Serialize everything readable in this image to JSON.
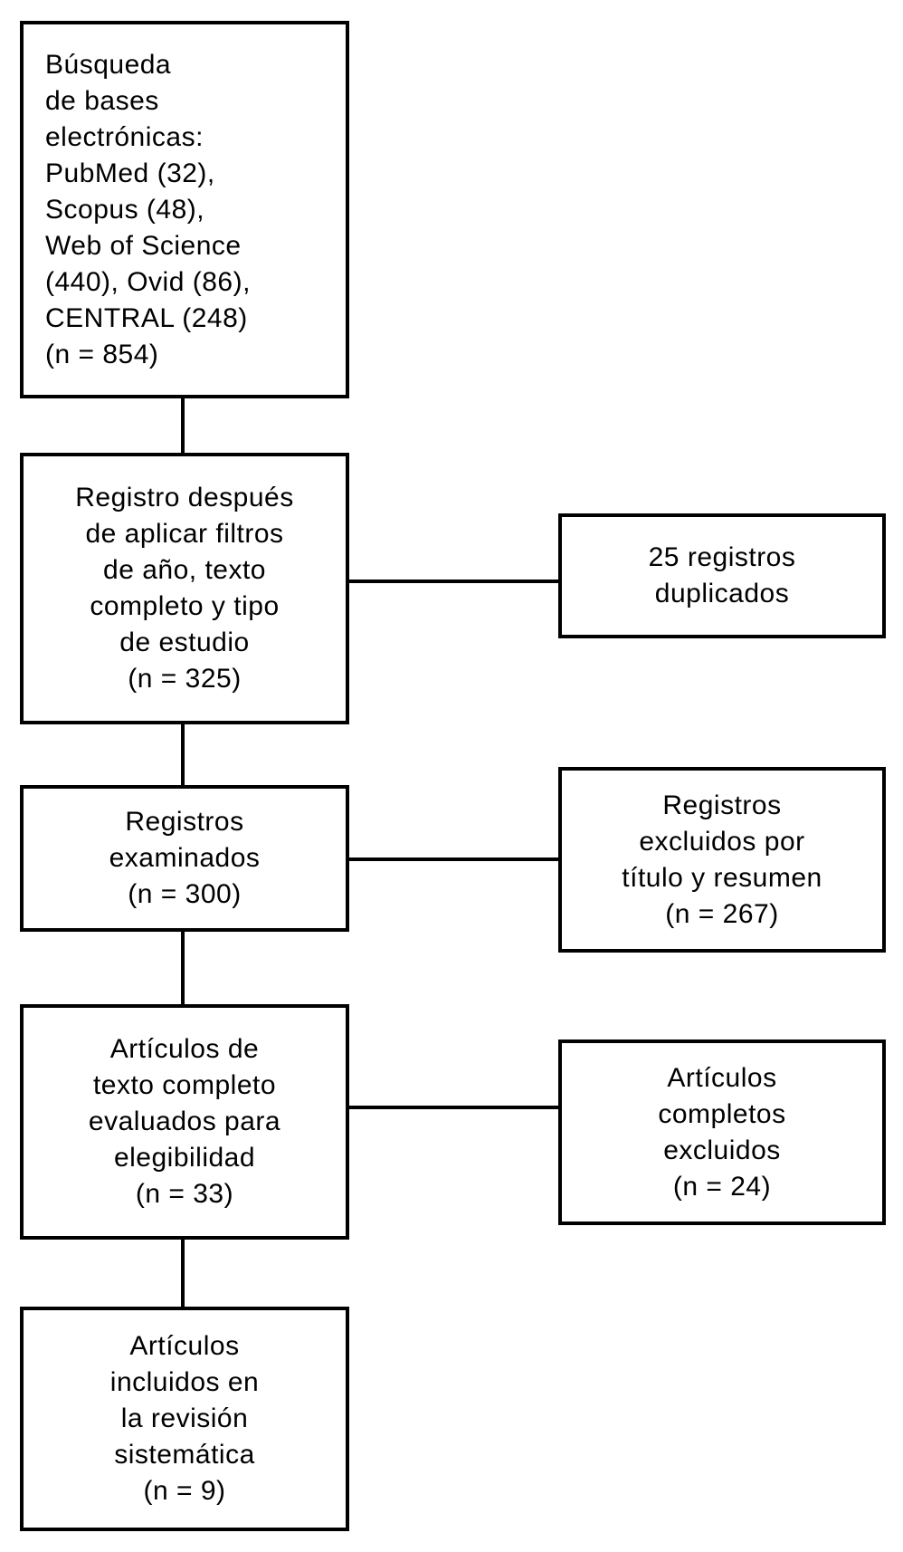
{
  "diagram": {
    "type": "prisma-flowchart",
    "language": "es",
    "background_color": "#ffffff",
    "border_color": "#000000",
    "text_color": "#000000"
  },
  "flow": {
    "main_boxes": [
      {
        "name": "database-search",
        "text": "Búsqueda\nde bases\nelectrónicas:\nPubMed (32),\nScopus (48),\nWeb of Science\n(440), Ovid (86),\nCENTRAL (248)\n(n = 854)",
        "n": 854,
        "sources": [
          {
            "name": "PubMed",
            "count": 32
          },
          {
            "name": "Scopus",
            "count": 48
          },
          {
            "name": "Web of Science",
            "count": 440
          },
          {
            "name": "Ovid",
            "count": 86
          },
          {
            "name": "CENTRAL",
            "count": 248
          }
        ]
      },
      {
        "name": "records-after-filters",
        "text": "Registro después\nde aplicar filtros\nde año, texto\ncompleto y tipo\nde estudio\n(n = 325)",
        "n": 325
      },
      {
        "name": "records-screened",
        "text": "Registros\nexaminados\n(n = 300)",
        "n": 300
      },
      {
        "name": "fulltext-assessed",
        "text": "Artículos de\ntexto completo\nevaluados para\nelegibilidad\n(n = 33)",
        "n": 33
      },
      {
        "name": "included-in-review",
        "text": "Artículos\nincluidos en\nla revisión\nsistemática\n(n = 9)",
        "n": 9
      }
    ],
    "side_boxes": [
      {
        "name": "duplicates-removed",
        "text": "25 registros\nduplicados",
        "n": 25
      },
      {
        "name": "excluded-title-abstract",
        "text": "Registros\nexcluidos por\ntítulo y resumen\n(n = 267)",
        "n": 267
      },
      {
        "name": "fulltext-excluded",
        "text": "Artículos\ncompletos\nexcluidos\n(n = 24)",
        "n": 24
      }
    ]
  }
}
